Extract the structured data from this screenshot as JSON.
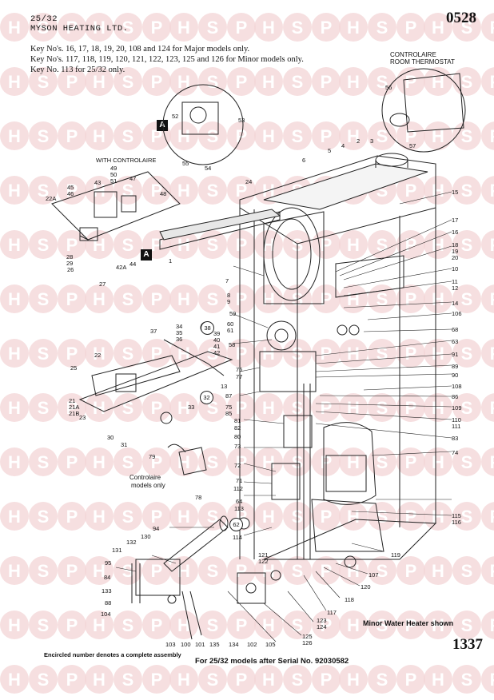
{
  "header": {
    "model": "25/32",
    "maker": "MYSON HEATING LTD.",
    "page_code": "0528",
    "doc_number": "1337"
  },
  "notes": {
    "key_major": "Key No's. 16, 17, 18, 19, 20, 108 and 124 for Major models only.",
    "key_minor": "Key No's. 117, 118, 119, 120, 121, 122, 123, 125 and 126 for Minor models only.",
    "key_2532": "Key No. 113 for 25/32 only."
  },
  "labels": {
    "controlaire_room": "CONTROLAIRE",
    "room_thermostat": "ROOM THERMOSTAT",
    "with_controlaire": "WITH CONTROLAIRE",
    "controlaire_models": "Controlaire",
    "models_only": "models only",
    "section_a": "A",
    "minor_water_heater": "Minor Water Heater shown",
    "encircled_note": "Encircled number denotes a complete assembly",
    "serial_note": "For 25/32 models after Serial No. 92030582"
  },
  "watermark": {
    "letters": [
      "H",
      "S",
      "P"
    ],
    "color": "#f3d4d6"
  },
  "parts": [
    "1",
    "2",
    "3",
    "4",
    "5",
    "6",
    "7",
    "8",
    "9",
    "10",
    "11",
    "12",
    "13",
    "14",
    "15",
    "16",
    "17",
    "18",
    "19",
    "20",
    "21",
    "21A",
    "21B",
    "22",
    "22A",
    "23",
    "24",
    "25",
    "26",
    "27",
    "28",
    "29",
    "30",
    "31",
    "32",
    "33",
    "34",
    "35",
    "36",
    "37",
    "38",
    "39",
    "40",
    "41",
    "42",
    "42A",
    "43",
    "44",
    "45",
    "46",
    "47",
    "48",
    "49",
    "50",
    "51",
    "52",
    "53",
    "54",
    "55",
    "56",
    "57",
    "58",
    "59",
    "60",
    "61",
    "62",
    "63",
    "64",
    "68",
    "71",
    "72",
    "73",
    "74",
    "75",
    "76",
    "77",
    "78",
    "79",
    "80",
    "81",
    "82",
    "83",
    "84",
    "85",
    "86",
    "87",
    "88",
    "89",
    "90",
    "91",
    "94",
    "95",
    "100",
    "101",
    "102",
    "103",
    "104",
    "105",
    "106",
    "107",
    "108",
    "109",
    "110",
    "111",
    "112",
    "113",
    "114",
    "115",
    "116",
    "117",
    "118",
    "119",
    "120",
    "121",
    "122",
    "123",
    "124",
    "125",
    "126",
    "130",
    "131",
    "132",
    "133",
    "134",
    "135"
  ]
}
